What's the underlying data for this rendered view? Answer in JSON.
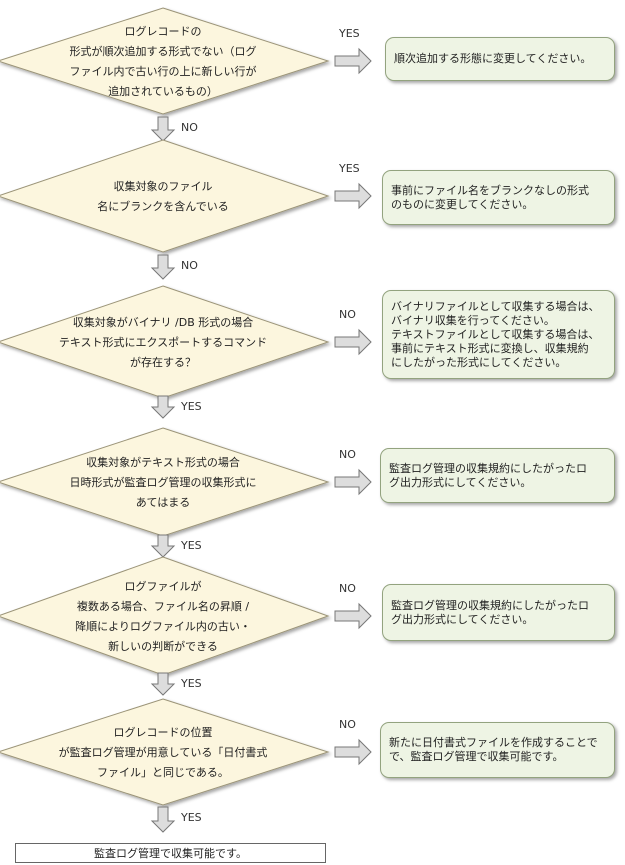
{
  "decisions": [
    {
      "lines": [
        "ログレコードの",
        "形式が順次追加する形式でない（ログ",
        "ファイル内で古い行の上に新しい行が",
        "追加されているもの）"
      ],
      "branch_label": "YES",
      "down_label": "NO"
    },
    {
      "lines": [
        "収集対象のファイル",
        "名にブランクを含んでいる"
      ],
      "branch_label": "YES",
      "down_label": "NO"
    },
    {
      "lines": [
        "収集対象がバイナリ /DB 形式の場合",
        "テキスト形式にエクスポートするコマンド",
        "が存在する？"
      ],
      "branch_label": "NO",
      "down_label": "YES"
    },
    {
      "lines": [
        "収集対象がテキスト形式の場合",
        "日時形式が監査ログ管理の収集形式に",
        "あてはまる"
      ],
      "branch_label": "NO",
      "down_label": "YES"
    },
    {
      "lines": [
        "ログファイルが",
        "複数ある場合、ファイル名の昇順 /",
        "降順によりログファイル内の古い・",
        "新しいの判断ができる"
      ],
      "branch_label": "NO",
      "down_label": "YES"
    },
    {
      "lines": [
        "ログレコードの位置",
        "が監査ログ管理が用意している「日付書式",
        "ファイル」と同じである。"
      ],
      "branch_label": "NO",
      "down_label": "YES"
    }
  ],
  "actions": [
    {
      "lines": [
        "順次追加する形態に変更してください。"
      ]
    },
    {
      "lines": [
        "事前にファイル名をブランクなしの形式",
        "のものに変更してください。"
      ]
    },
    {
      "lines": [
        "バイナリファイルとして収集する場合は、",
        "バイナリ収集を行ってください。",
        "テキストファイルとして収集する場合は、",
        "事前にテキスト形式に変換し、収集規約",
        "にしたがった形式にしてください。"
      ]
    },
    {
      "lines": [
        "監査ログ管理の収集規約にしたがったロ",
        "グ出力形式にしてください。"
      ]
    },
    {
      "lines": [
        "監査ログ管理の収集規約にしたがったロ",
        "グ出力形式にしてください。"
      ]
    },
    {
      "lines": [
        "新たに日付書式ファイルを作成することで",
        "で、監査ログ管理で収集可能です。"
      ]
    }
  ],
  "final": {
    "label": "監査ログ管理で収集可能です。"
  },
  "colors": {
    "diamond_fill": "#fcf6de",
    "box_fill": "#eef4e4",
    "arrow_fill": "#dddddd"
  }
}
